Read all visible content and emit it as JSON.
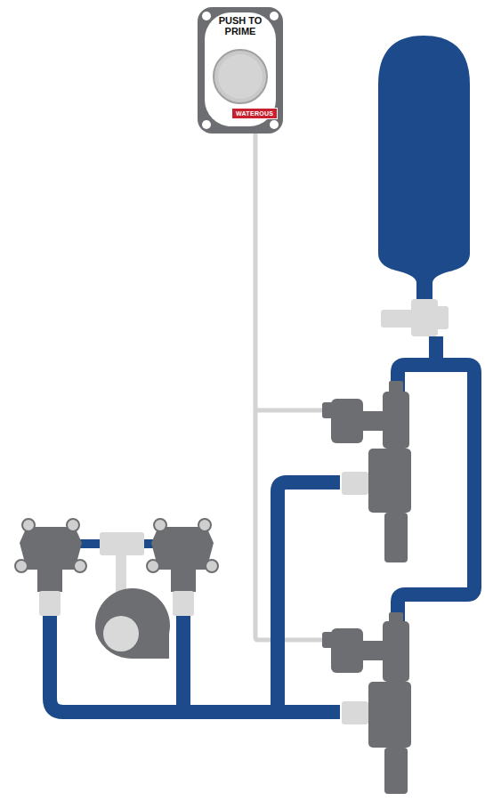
{
  "diagram": {
    "nodes": [
      {
        "text": [
          "PUSH TO PRIME"
        ]
      },
      {
        "text": [
          "WATEROUS"
        ],
        "in": 0
      }
    ]
  }
}
